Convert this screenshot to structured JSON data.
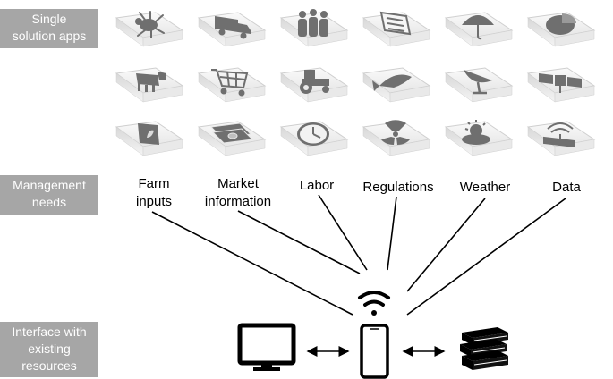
{
  "side_labels": {
    "apps": [
      "Single",
      "solution apps"
    ],
    "needs": [
      "Management",
      "needs"
    ],
    "interface": [
      "Interface with",
      "existing",
      "resources"
    ]
  },
  "needs": [
    {
      "lines": [
        "Farm",
        "inputs"
      ]
    },
    {
      "lines": [
        "Market",
        "information"
      ]
    },
    {
      "lines": [
        "Labor"
      ]
    },
    {
      "lines": [
        "Regulations"
      ]
    },
    {
      "lines": [
        "Weather"
      ]
    },
    {
      "lines": [
        "Data"
      ]
    }
  ],
  "apps": [
    [
      "bug-icon",
      "truck-icon",
      "people-icon",
      "checklist-icon",
      "umbrella-icon",
      "pie-chart-icon"
    ],
    [
      "cow-icon",
      "shopping-cart-icon",
      "tractor-icon",
      "fish-icon",
      "satellite-dish-icon",
      "satellite-icon"
    ],
    [
      "seed-bag-icon",
      "money-icon",
      "clock-icon",
      "radiation-icon",
      "sun-cloud-icon",
      "router-icon"
    ]
  ],
  "colors": {
    "label_bg": "#a6a6a6",
    "tile": "#f2f2f2",
    "icon": "#6f6f6f"
  }
}
